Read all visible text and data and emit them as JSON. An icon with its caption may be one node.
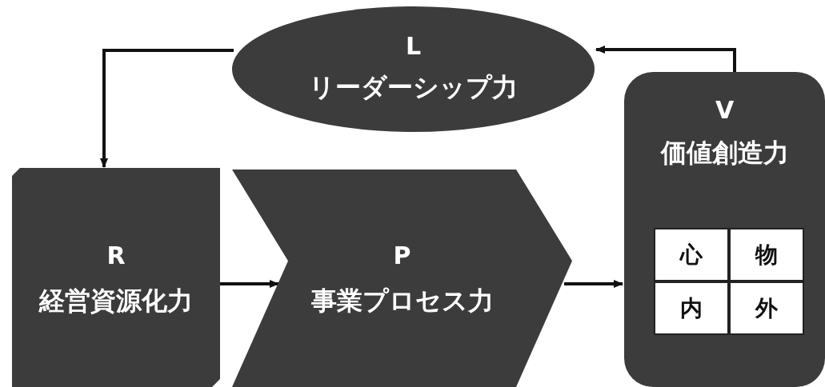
{
  "diagram": {
    "nodes": [
      {
        "text": [
          "L",
          "リーダーシップ力"
        ]
      },
      {
        "text": [
          "R",
          "経営資源化力"
        ]
      },
      {
        "text": [
          "P",
          "事業プロセス力"
        ]
      },
      {
        "text": [
          "V",
          "価値創造力"
        ]
      },
      {
        "text": [
          "心"
        ],
        "in": 3
      },
      {
        "text": [
          "物"
        ],
        "in": 3
      },
      {
        "text": [
          "内"
        ],
        "in": 3
      },
      {
        "text": [
          "外"
        ],
        "in": 3
      }
    ],
    "edges": [
      {
        "from": 0,
        "to": 1,
        "arrow": "to"
      },
      {
        "from": 1,
        "to": 2,
        "arrow": "to"
      },
      {
        "from": 2,
        "to": 3,
        "arrow": "to"
      },
      {
        "from": 3,
        "to": 0,
        "arrow": "to"
      }
    ]
  }
}
